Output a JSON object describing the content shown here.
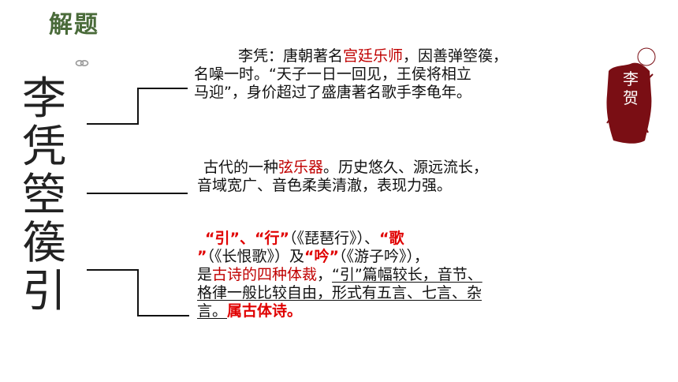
{
  "heading": "解题",
  "vertical_title": [
    "李",
    "凭",
    "箜",
    "篌",
    "引"
  ],
  "seal": {
    "chars": [
      "李",
      "贺"
    ],
    "color": "#7a0e14"
  },
  "accent_color": "#c00000",
  "para1": {
    "l1a": "李凭：唐朝著名",
    "l1b": "宫廷乐师",
    "l1c": "，因善弹箜篌，",
    "l2": "名噪一时。“天子一日一回见，王侯将相立",
    "l3": "马迎”，身价超过了盛唐著名歌手李龟年。"
  },
  "para2": {
    "l1a": "古代的一种",
    "l1b": "弦乐器",
    "l1c": "。历史悠久、源远流长，",
    "l2": "音域宽广、音色柔美清澈，表现力强。"
  },
  "para3": {
    "l1a": "“引”、“行”",
    "l1b": "（《琵琶行》）、",
    "l1c": "“歌",
    "l2a": "”",
    "l2b": "（《长恨歌》）及",
    "l2c": "“吟”",
    "l2d": "（《游子吟》），",
    "l3a": "是",
    "l3b": "古诗的四种体裁",
    "l3c": "，",
    "l3d": "“引”篇幅较长，音节、",
    "l4": "格律一般比较自由，形式有五言、七言、杂",
    "l5a": "言。",
    "l5b": "属古体诗。"
  }
}
